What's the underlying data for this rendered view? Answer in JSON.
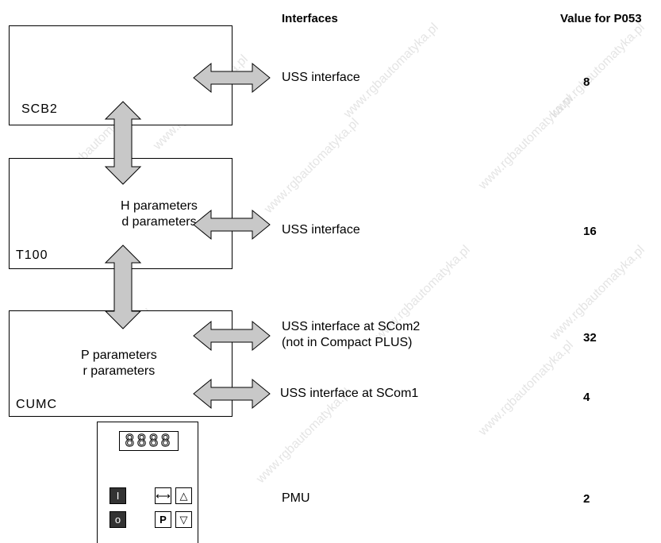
{
  "headers": {
    "interfaces": "Interfaces",
    "value": "Value for P053"
  },
  "boards": [
    {
      "name": "SCB2",
      "params": ""
    },
    {
      "name": "T100",
      "params": "H parameters\nd parameters"
    },
    {
      "name": "CUMC",
      "params": "P parameters\nr parameters"
    }
  ],
  "interfaces": [
    {
      "label": "USS interface",
      "value": "8"
    },
    {
      "label": "USS interface",
      "value": "16"
    },
    {
      "label": "USS interface at SCom2\n(not in Compact PLUS)",
      "value": "32"
    },
    {
      "label": "USS interface at SCom1",
      "value": "4"
    },
    {
      "label": "PMU",
      "value": "2"
    }
  ],
  "pmu": {
    "display": "8888",
    "keys": {
      "on": "I",
      "off": "o",
      "toggle": "⟷",
      "up": "△",
      "p": "P",
      "down": "▽"
    }
  },
  "watermark": "www.rgbautomatyka.pl",
  "colors": {
    "arrow_fill": "#c8c8c8",
    "stroke": "#000000"
  }
}
